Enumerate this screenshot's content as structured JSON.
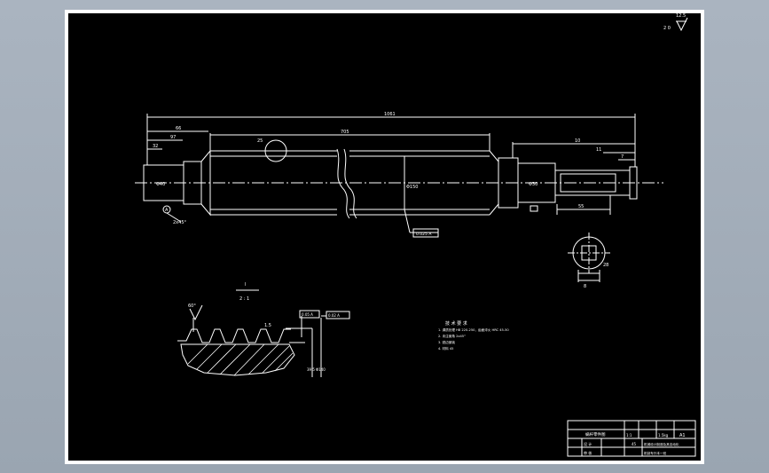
{
  "corner": {
    "sheet_label": "2 0",
    "roughness_value": "12.5"
  },
  "main_view": {
    "overall_length": "1061",
    "dim_left_1": "66",
    "dim_left_2": "97",
    "dim_left_3": "32",
    "dim_middle": "705",
    "dim_center_small": "25",
    "dim_right_1": "10",
    "dim_right_2": "11",
    "dim_right_3": "7",
    "dim_right_4": "55",
    "dia_left": "Φ40",
    "dia_center": "Φ150",
    "dia_right": "Φ30",
    "chamfer_note": "2x45°",
    "datum_label": "A",
    "callout_box": "0.025 A"
  },
  "section_view": {
    "dim_width": "8",
    "dim_depth": "28"
  },
  "detail_view": {
    "title": "I",
    "scale": "2 : 1",
    "angle": "60°",
    "pitch": "1.5",
    "tol_box_1": "0.05 A",
    "tol_box_2": "0.02 A",
    "dim_v1": "39.5",
    "dim_v2": "Φ140"
  },
  "tech_notes": {
    "heading": "技 术 要 求",
    "items": [
      "1. 调质处理 HB 220-250，齿面淬火 HRC 45-50",
      "2. 未注倒角 2x45°",
      "3. 锐边倒钝",
      "4. 材料 45"
    ]
  },
  "title_block": {
    "drawing_name": "蜗杆零件图",
    "scale_label": "1:1",
    "weight_label": "1.5kg",
    "sheet_size": "A1",
    "designer_label": "设 计",
    "checker_label": "审 核",
    "material": "45",
    "school": "机械设计制造及其自动化",
    "class_label": "机制专升本一班"
  }
}
